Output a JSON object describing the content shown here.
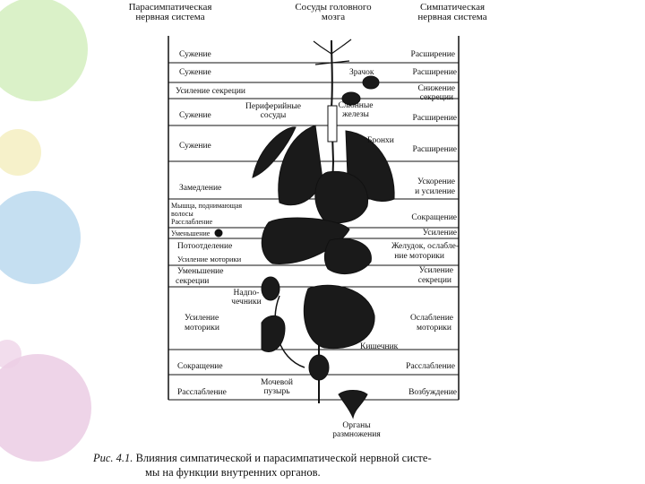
{
  "headers": {
    "parasympathetic": "Парасимпатическая\nнервная система",
    "vessels": "Сосуды головного\nмозга",
    "sympathetic": "Симпатическая\nнервная система"
  },
  "rows_left": [
    "Сужение",
    "Сужение",
    "Усиление секреции",
    "Сужение",
    "Сужение",
    "Замедление",
    "Мышца, поднимающая",
    "волосы",
    "Расслабление",
    "Уменьшение",
    "Потоотделение",
    "Усиление моторики",
    "Уменьшение",
    "секреции",
    "Усиление",
    "моторики",
    "Сокращение",
    "Расслабление"
  ],
  "rows_right": [
    "Расширение",
    "Расширение",
    "Снижение",
    "секреции",
    "Расширение",
    "Расширение",
    "Ускорение",
    "и усиление",
    "Сокращение",
    "Усиление",
    "Желудок, ослабле-",
    "ние моторики",
    "Усиление",
    "секреции",
    "Ослабление",
    "моторики",
    "Расслабление",
    "Возбуждение"
  ],
  "organs": {
    "peripheral_vessels": "Периферийные\nсосуды",
    "pupil": "Зрачок",
    "salivary": "Слюнные\nжелезы",
    "bronchi": "Бронхи",
    "adrenals": "Надпо-\nчечники",
    "intestine": "Кишечник",
    "bladder": "Мочевой\nпузырь",
    "reproductive": "Органы\nразмножения"
  },
  "caption": {
    "label": "Рис. 4.1.",
    "line1": "Влияния симпатической и парасимпатической нервной систе-",
    "line2": "мы на функции внутренних органов."
  },
  "colors": {
    "bubble_green": "#d6efc2",
    "bubble_blue": "#bfdcf0",
    "bubble_pink": "#eccfe6",
    "bubble_yellow": "#f5f0c4",
    "ink": "#111111"
  }
}
